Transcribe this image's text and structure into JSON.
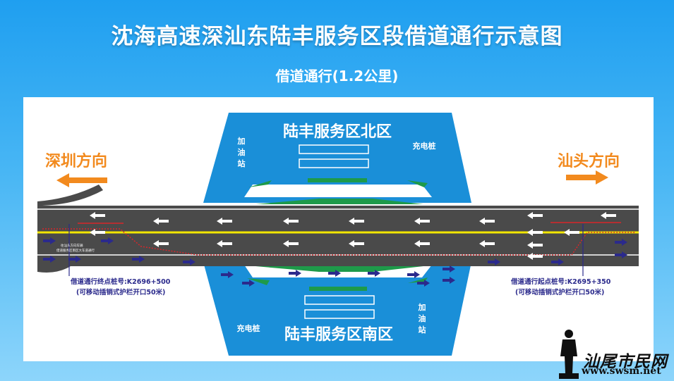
{
  "title": "沈海高速深汕东陆丰服务区段借道通行示意图",
  "subtitle": "借道通行(1.2公里)",
  "directions": {
    "left": "深圳方向",
    "right": "汕头方向"
  },
  "service_north": {
    "name": "陆丰服务区北区",
    "gas": [
      "加",
      "油",
      "站"
    ],
    "charging": "充电桩"
  },
  "service_south": {
    "name": "陆丰服务区南区",
    "gas": [
      "加",
      "油",
      "站"
    ],
    "charging": "充电桩"
  },
  "end_point": {
    "line1": "借道通行终点桩号:K2696+500",
    "line2": "(可移动插销式护栏开口50米)"
  },
  "start_point": {
    "line1": "借道通行起点桩号:K2695+350",
    "line2": "(可移动插销式护栏开口50米)"
  },
  "road_note": {
    "line1": "往汕头方向车辆",
    "line2": "借道服务区南区大车道通行"
  },
  "watermark": {
    "cn": "汕尾市民网",
    "url": "www.swsm.net"
  },
  "colors": {
    "background": "#2aa5f0",
    "service_area": "#1a8fd8",
    "road": "#4a4a4a",
    "center_line": "#f2e600",
    "green_island": "#1e9a4a",
    "detour_arrow": "#2b2a8c",
    "direction_text": "#f28a1e",
    "detour_line": "#d8262b"
  }
}
